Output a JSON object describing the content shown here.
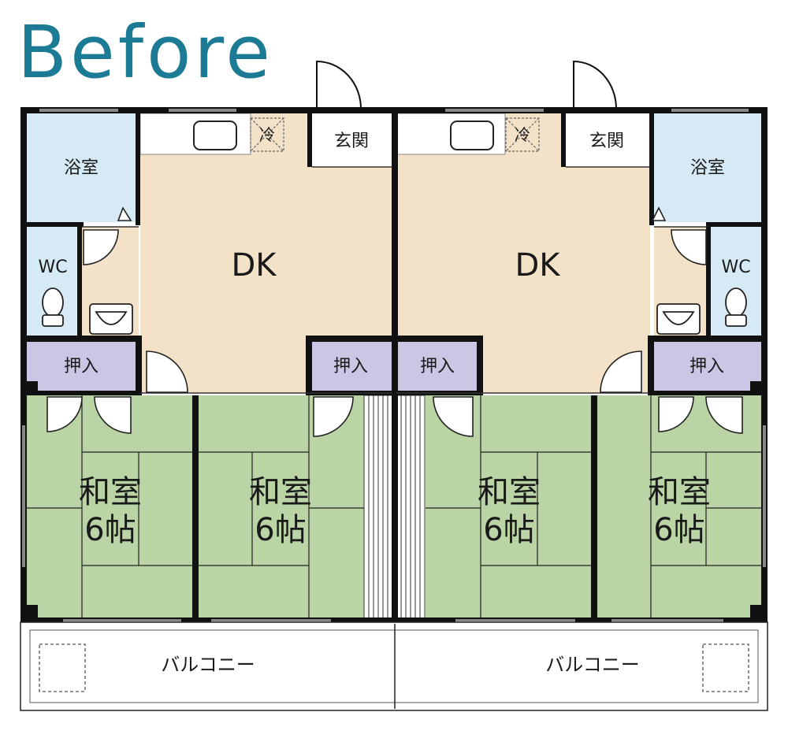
{
  "heading": {
    "text": "Before",
    "color": "#1b7a94"
  },
  "colors": {
    "dk": "#f4e2c8",
    "bath": "#d5eaf4",
    "closet": "#c9c7e4",
    "washitsu": "#bad4a6",
    "wall": "#111111",
    "tatami_line": "#111111"
  },
  "labels": {
    "left": {
      "bath": "浴室",
      "wc": "WC",
      "dk": "DK",
      "entrance": "玄関",
      "fridge": "冷",
      "closet_a": "押入",
      "closet_b": "押入",
      "washitsu_a_line1": "和室",
      "washitsu_a_line2": "6帖",
      "washitsu_b_line1": "和室",
      "washitsu_b_line2": "6帖",
      "balcony": "バルコニー"
    },
    "right": {
      "bath": "浴室",
      "wc": "WC",
      "dk": "DK",
      "entrance": "玄関",
      "fridge": "冷",
      "closet_a": "押入",
      "closet_b": "押入",
      "washitsu_a_line1": "和室",
      "washitsu_a_line2": "6帖",
      "washitsu_b_line1": "和室",
      "washitsu_b_line2": "6帖",
      "balcony": "バルコニー"
    }
  },
  "icons": [
    "entrance-door-icon",
    "sink-icon",
    "fridge-space-icon",
    "toilet-icon",
    "washbasin-icon",
    "swing-door-icon",
    "double-door-icon",
    "air-conditioner-unit-icon",
    "stairs-icon"
  ]
}
